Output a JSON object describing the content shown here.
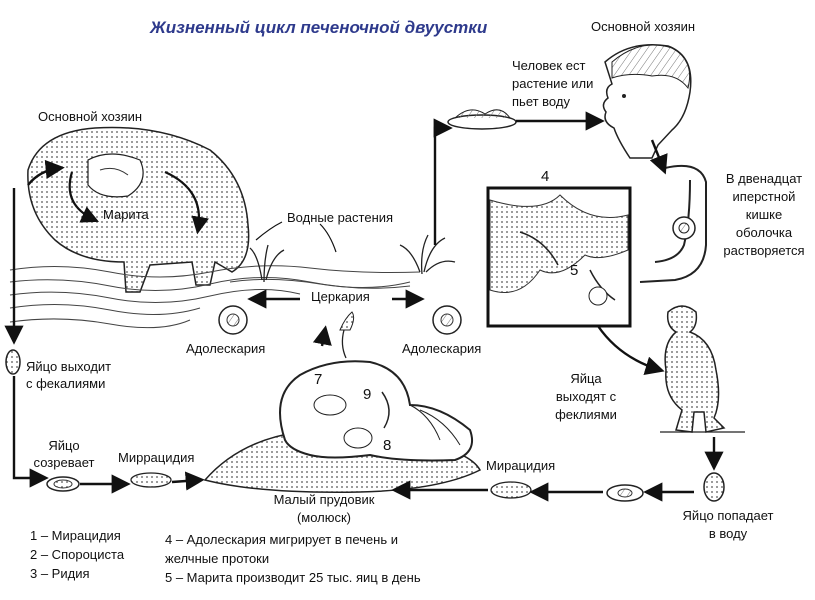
{
  "title": "Жизненный цикл печеночной двуустки",
  "labels": {
    "main_host_right": "Основной хозяин",
    "main_host_left": "Основной хозяин",
    "human_eats": [
      "Человек ест",
      "растение или",
      "пьет воду"
    ],
    "duodenum": [
      "В двенадцат",
      "иперстной",
      "кишке",
      "оболочка",
      "растворяется"
    ],
    "marita": "Марита",
    "water_plants": "Водные растения",
    "cercaria": "Церкария",
    "adolescaria_left": "Адолескария",
    "adolescaria_right": "Адолескария",
    "egg_feces": [
      "Яйцо выходит",
      "с фекалиями"
    ],
    "eggs_feces_right": [
      "Яйца",
      "выходят с",
      "феклиями"
    ],
    "egg_matures": [
      "Яйцо",
      "созревает"
    ],
    "miracidium_left": "Миррацидия",
    "miracidium_right": "Мирацидия",
    "snail": [
      "Малый прудовик",
      "(молюск)"
    ],
    "egg_water": [
      "Яйцо попадает",
      "в воду"
    ],
    "num4": "4",
    "num5": "5",
    "num7": "7",
    "num8": "8",
    "num9": "9"
  },
  "legend_left": [
    "1 – Мирацидия",
    "2 – Спороциста",
    "3 – Ридия"
  ],
  "legend_right": [
    "4 – Адолескария мигрирует в печень и",
    "желчные протоки",
    "5 – Марита производит 25 тыс. яиц в день"
  ],
  "colors": {
    "title": "#2e3a8c",
    "ink": "#111111"
  }
}
